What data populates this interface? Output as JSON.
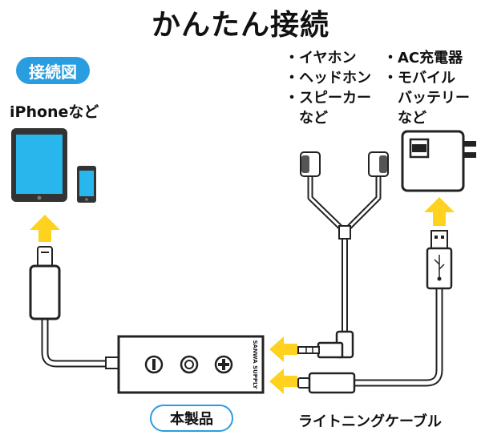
{
  "title": "かんたん接続",
  "badge": "接続図",
  "device_label": "iPhoneなど",
  "audio_list": "・イヤホン\n・ヘッドホン\n・スピーカー\n　など",
  "power_list": "・AC充電器\n・モバイル\n　バッテリー\n　など",
  "product_label": "本製品",
  "cable_label": "ライトニングケーブル",
  "product_brand": "SANWA SUPPLY",
  "colors": {
    "accent": "#2a9de0",
    "arrow": "#ffd21f",
    "screen": "#29b6ec"
  }
}
